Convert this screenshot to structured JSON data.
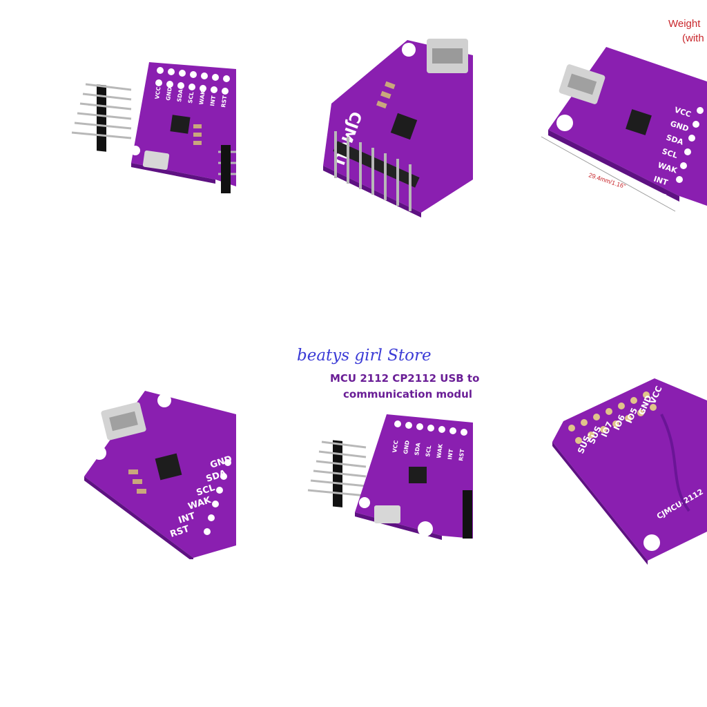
{
  "store": {
    "name": "beatys girl Store"
  },
  "banner": {
    "title_line1": "MCU 2112 CP2112 USB to",
    "title_line2": "communication modul"
  },
  "spec": {
    "weight_line1": "Weight",
    "weight_line2": "(with",
    "dimension": "29.4mm/1.16\""
  },
  "board": {
    "brand": "CJMCU",
    "model_label": "CJMCU-2112",
    "pins_front": [
      "VCC",
      "GND",
      "SDA",
      "SCL",
      "WAK",
      "INT",
      "RST"
    ],
    "pins_back": [
      "VCC",
      "GND",
      "IO5",
      "IO6",
      "IO7",
      "SUS",
      "SUS-"
    ]
  },
  "colors": {
    "pcb": "#8a1fb0",
    "pcb_dark": "#5e1182",
    "accent_text": "#6a1e96",
    "store_text": "#3b3bd6",
    "dimension_text": "#c8262b"
  }
}
